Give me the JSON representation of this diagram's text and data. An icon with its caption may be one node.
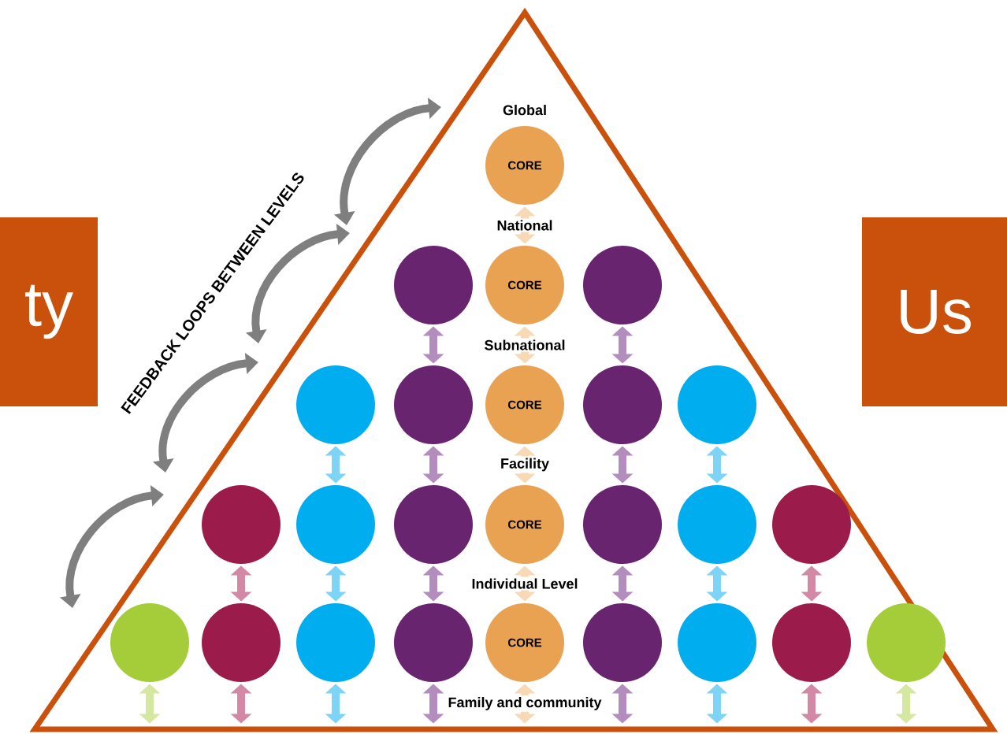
{
  "diagram": {
    "nodes": [
      {
        "text": [
          "ty"
        ]
      },
      {
        "text": [],
        "shape": "triangle"
      },
      {
        "text": [
          "CORE"
        ],
        "beside": [
          "Global"
        ],
        "in": 1
      },
      {
        "text": [],
        "shape": "circle",
        "in": 1
      },
      {
        "text": [
          "CORE"
        ],
        "in": 1
      },
      {
        "text": [],
        "shape": "circle",
        "in": 1
      },
      {
        "text": [],
        "shape": "circle",
        "in": 1
      },
      {
        "text": [],
        "shape": "circle",
        "in": 1
      },
      {
        "text": [
          "CORE"
        ],
        "in": 1
      },
      {
        "text": [],
        "shape": "circle",
        "in": 1
      },
      {
        "text": [],
        "shape": "circle",
        "in": 1
      },
      {
        "text": [],
        "shape": "circle",
        "in": 1
      },
      {
        "text": [],
        "shape": "circle",
        "in": 1
      },
      {
        "text": [],
        "shape": "circle",
        "in": 1
      },
      {
        "text": [
          "CORE"
        ],
        "in": 1
      },
      {
        "text": [],
        "shape": "circle",
        "in": 1
      },
      {
        "text": [],
        "shape": "circle",
        "in": 1
      },
      {
        "text": [],
        "shape": "circle",
        "in": 1
      },
      {
        "text": [],
        "shape": "circle",
        "in": 1
      },
      {
        "text": [],
        "shape": "circle",
        "in": 1
      },
      {
        "text": [],
        "shape": "circle",
        "in": 1
      },
      {
        "text": [],
        "shape": "circle",
        "in": 1
      },
      {
        "text": [
          "CORE"
        ],
        "in": 1
      },
      {
        "text": [],
        "shape": "circle",
        "in": 1
      },
      {
        "text": [],
        "shape": "circle",
        "in": 1
      },
      {
        "text": [],
        "shape": "circle",
        "in": 1
      },
      {
        "text": [],
        "shape": "circle",
        "in": 1
      },
      {
        "text": [
          "Us"
        ]
      }
    ],
    "edges": [
      {
        "from": 2,
        "to": 4,
        "arrow": "both",
        "label": "National",
        "color": "#f8d9b5"
      },
      {
        "from": 4,
        "to": 8,
        "arrow": "both",
        "label": "Subnational",
        "color": "#f8d9b5"
      },
      {
        "from": 8,
        "to": 14,
        "arrow": "both",
        "label": "Facility",
        "color": "#f8d9b5"
      },
      {
        "from": 14,
        "to": 22,
        "arrow": "both",
        "label": "Individual Level",
        "color": "#f8d9b5"
      },
      {
        "from": 22,
        "to": null,
        "arrow": "both",
        "label": "Family and community",
        "color": "#f8d9b5"
      },
      {
        "from": 3,
        "to": 7,
        "arrow": "both",
        "color": "#b48dbf"
      },
      {
        "from": 5,
        "to": 9,
        "arrow": "both",
        "color": "#b48dbf"
      },
      {
        "from": 6,
        "to": 12,
        "arrow": "both",
        "color": "#7dd4f6"
      },
      {
        "from": 7,
        "to": 13,
        "arrow": "both",
        "color": "#b48dbf"
      },
      {
        "from": 9,
        "to": 15,
        "arrow": "both",
        "color": "#b48dbf"
      },
      {
        "from": 10,
        "to": 16,
        "arrow": "both",
        "color": "#7dd4f6"
      },
      {
        "from": 11,
        "to": 19,
        "arrow": "both",
        "color": "#d388a6"
      },
      {
        "from": 12,
        "to": 20,
        "arrow": "both",
        "color": "#7dd4f6"
      },
      {
        "from": 13,
        "to": 21,
        "arrow": "both",
        "color": "#b48dbf"
      },
      {
        "from": 15,
        "to": 23,
        "arrow": "both",
        "color": "#b48dbf"
      },
      {
        "from": 16,
        "to": 24,
        "arrow": "both",
        "color": "#7dd4f6"
      },
      {
        "from": 17,
        "to": 25,
        "arrow": "both",
        "color": "#d388a6"
      },
      {
        "from": 18,
        "to": null,
        "arrow": "both",
        "color": "#d5e8a0"
      },
      {
        "from": 19,
        "to": null,
        "arrow": "both",
        "color": "#d388a6"
      },
      {
        "from": 20,
        "to": null,
        "arrow": "both",
        "color": "#7dd4f6"
      },
      {
        "from": 21,
        "to": null,
        "arrow": "both",
        "color": "#b48dbf"
      },
      {
        "from": 23,
        "to": null,
        "arrow": "both",
        "color": "#b48dbf"
      },
      {
        "from": 24,
        "to": null,
        "arrow": "both",
        "color": "#7dd4f6"
      },
      {
        "from": 25,
        "to": null,
        "arrow": "both",
        "color": "#d388a6"
      },
      {
        "from": 26,
        "to": null,
        "arrow": "both",
        "color": "#d5e8a0"
      }
    ],
    "labels": [
      "FEEDBACK LOOPS BETWEEN LEVELS"
    ]
  }
}
